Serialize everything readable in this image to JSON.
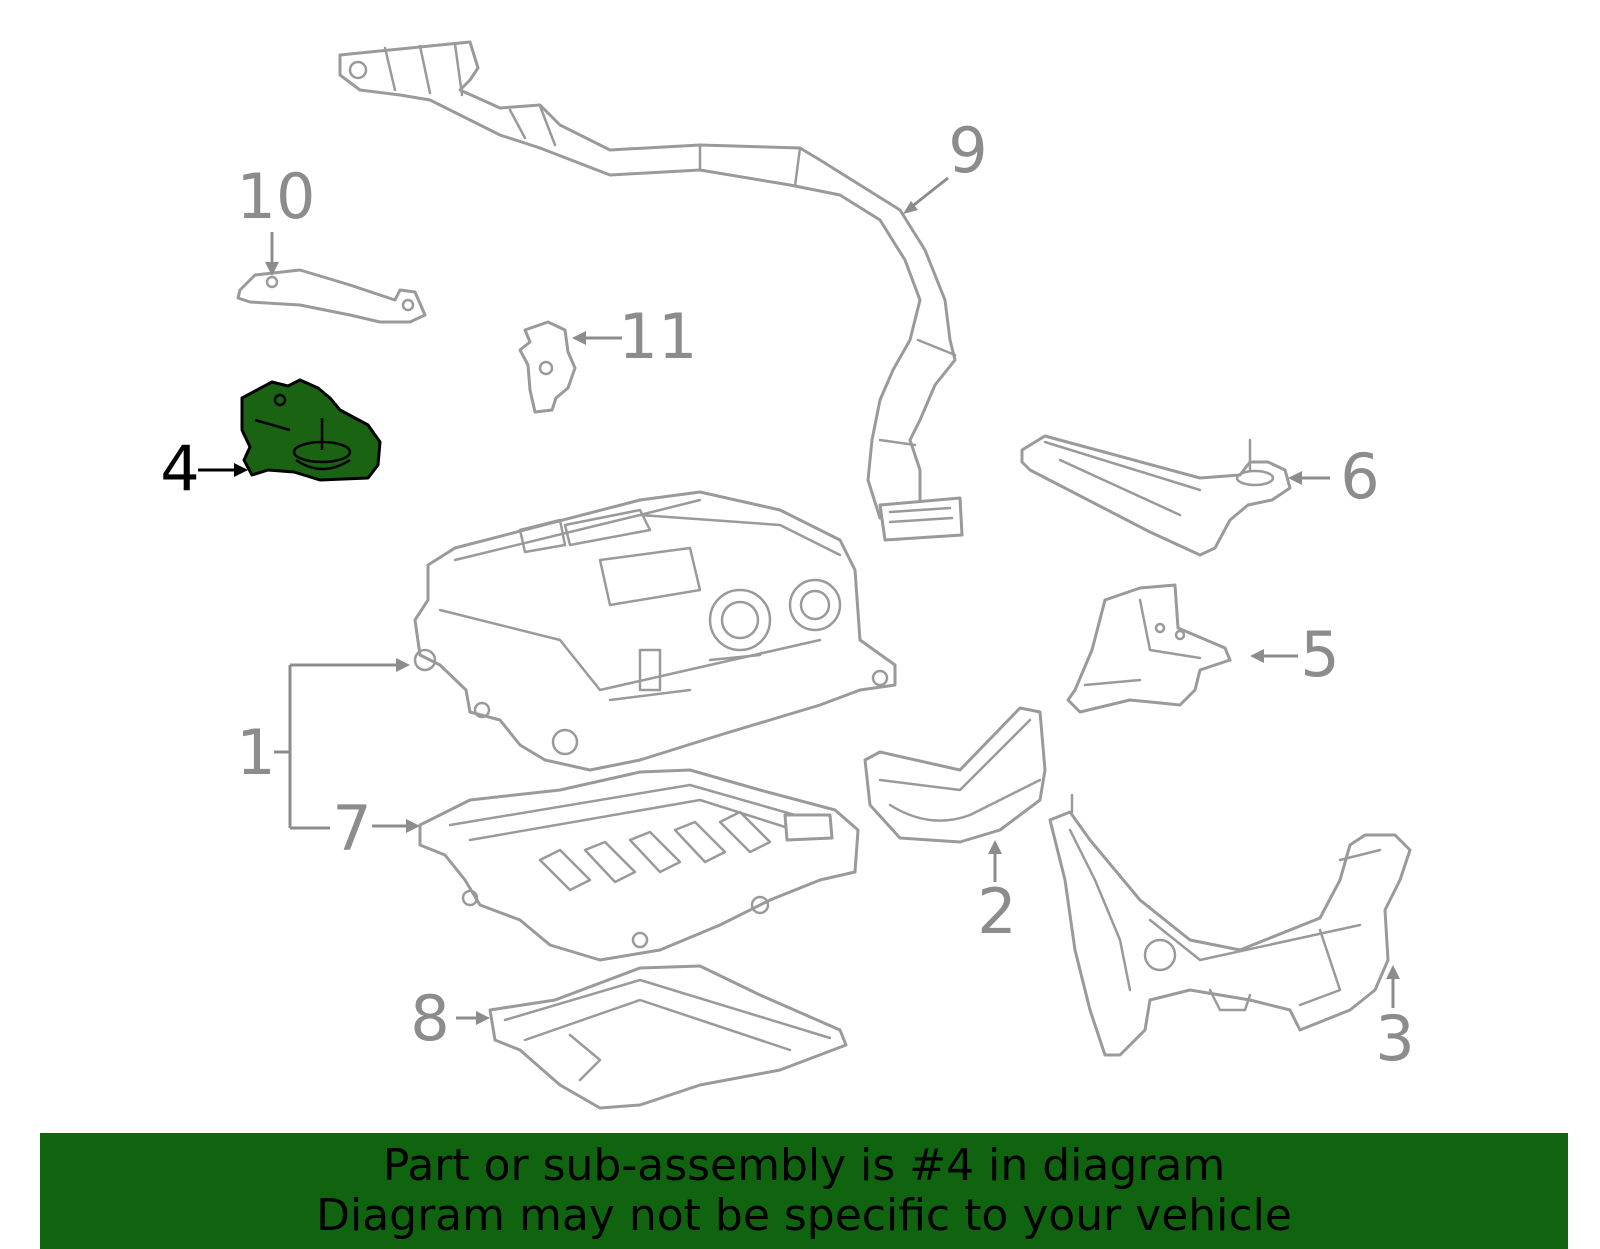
{
  "callouts": {
    "c1": "1",
    "c2": "2",
    "c3": "3",
    "c4": "4",
    "c5": "5",
    "c6": "6",
    "c7": "7",
    "c8": "8",
    "c9": "9",
    "c10": "10",
    "c11": "11"
  },
  "highlighted_part": "4",
  "colors": {
    "highlight_fill": "#1a6312",
    "banner": "#106410",
    "line_art": "#9a9a9a"
  },
  "banner": {
    "line1": "Part or sub-assembly is #4 in diagram",
    "line2": "Diagram may not be specific to your vehicle"
  }
}
